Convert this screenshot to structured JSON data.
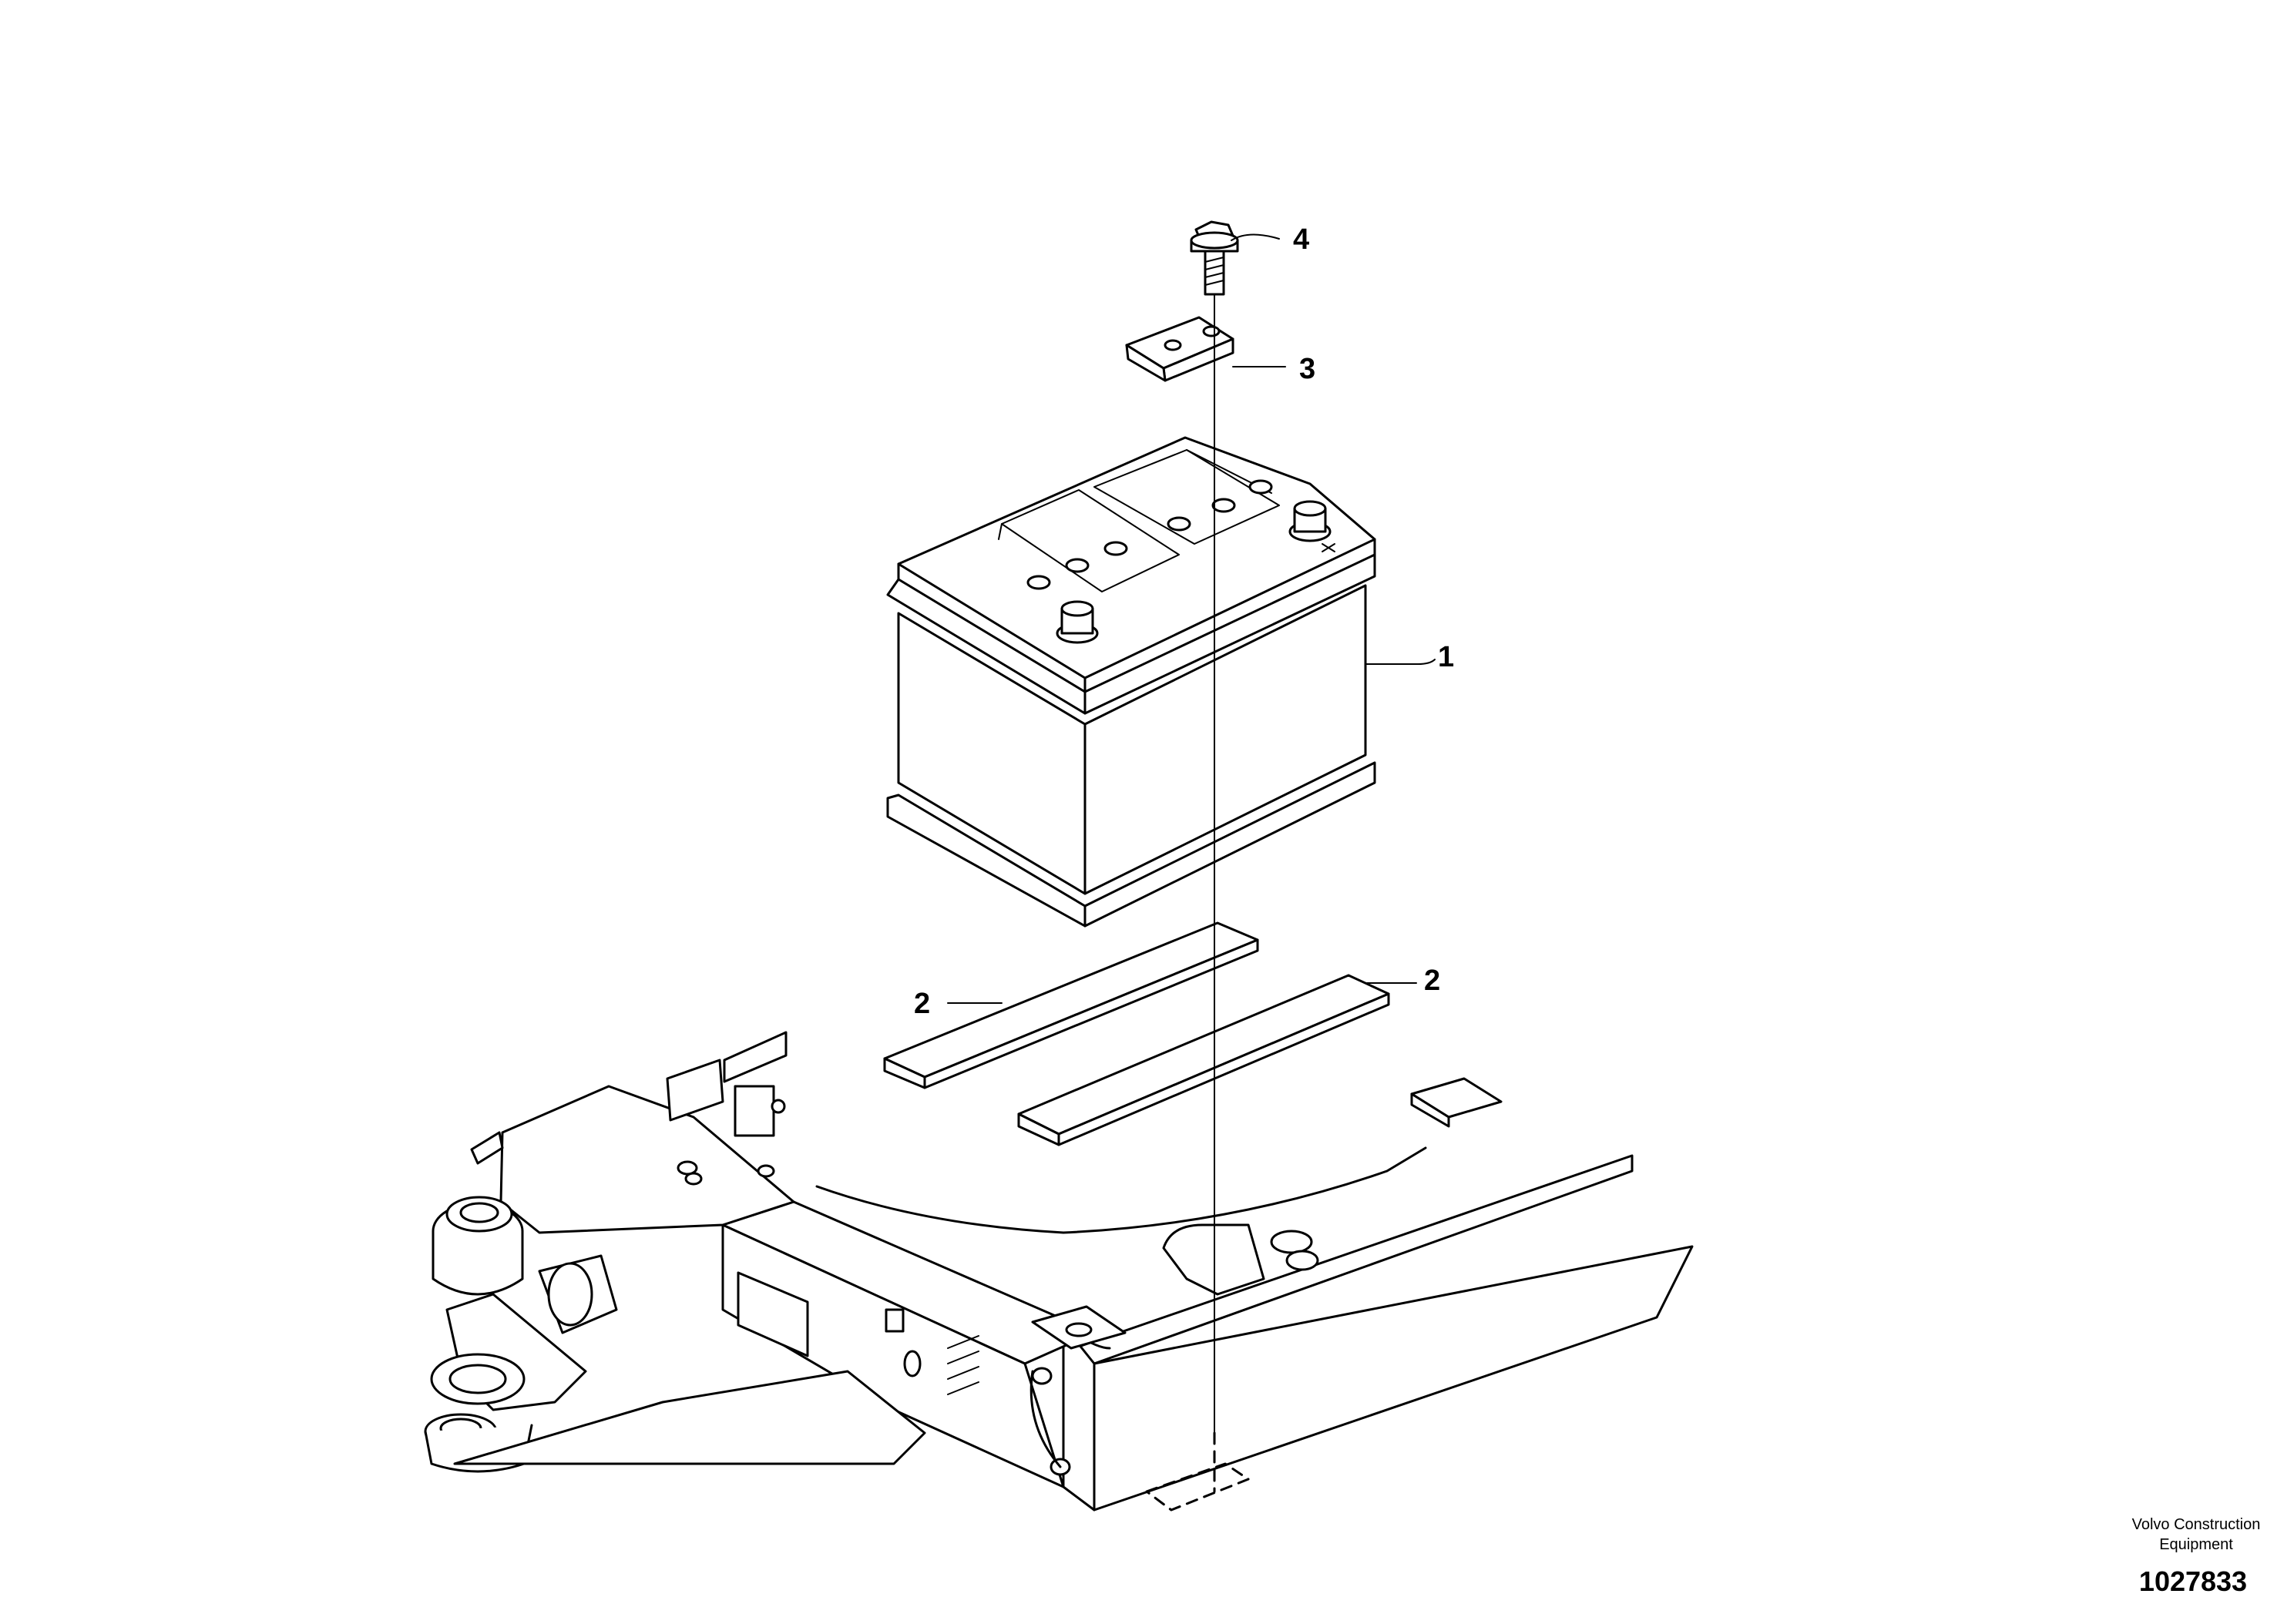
{
  "callouts": [
    {
      "label": "1",
      "part": "battery"
    },
    {
      "label": "2",
      "part": "battery-pad"
    },
    {
      "label": "2",
      "part": "battery-pad"
    },
    {
      "label": "3",
      "part": "hold-down-clamp"
    },
    {
      "label": "4",
      "part": "flange-bolt"
    }
  ],
  "credit": {
    "line1": "Volvo Construction",
    "line2": "Equipment"
  },
  "drawing_number": "1027833"
}
